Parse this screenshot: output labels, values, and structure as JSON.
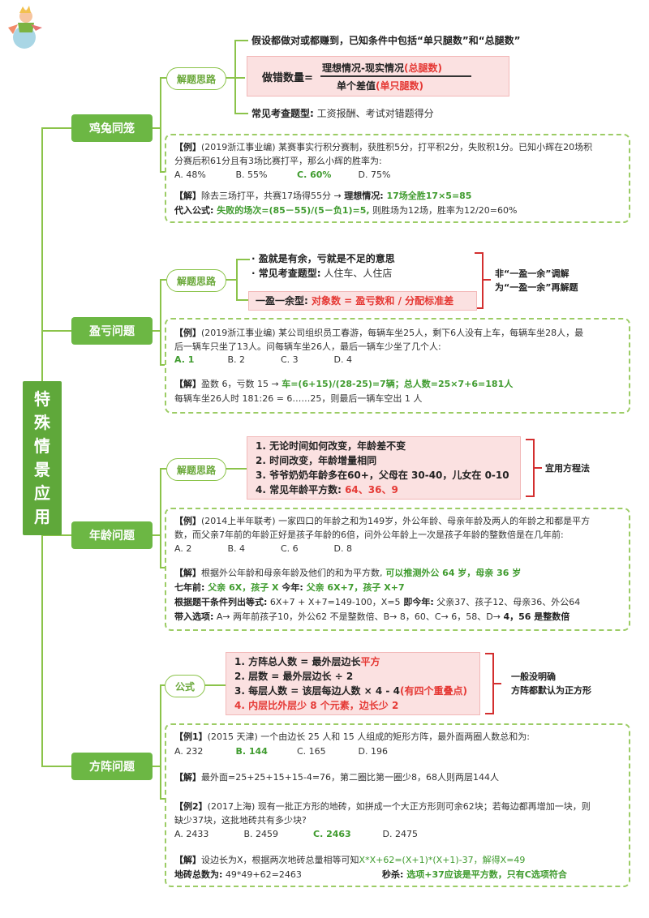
{
  "root": [
    "特",
    "殊",
    "情",
    "景",
    "应",
    "用"
  ],
  "s1": {
    "topic": "鸡兔同笼",
    "tag": "解题思路",
    "assume": "假设都做对或都赚到，已知条件中包括“单只腿数”和“总腿数”",
    "formula_left": "做错数量=",
    "formula_num": "理想情况-现实情况",
    "formula_num_red": "(总腿数)",
    "formula_den": "单个差值",
    "formula_den_red": "(单只腿数)",
    "common_label": "常见考查题型:",
    "common_text": "工资报酬、考试对错题得分",
    "ex_label": "【例】",
    "ex_text1": "(2019浙江事业编) 某赛事实行积分赛制，获胜积5分，打平积2分，失败积1分。已知小辉在20场积",
    "ex_text2": "分赛后积61分且有3场比赛打平，那么小辉的胜率为:",
    "options": [
      "A. 48%",
      "B. 55%",
      "C. 60%",
      "D. 75%"
    ],
    "sol_label": "【解】",
    "sol1a": "除去三场打平，共赛17场得55分 → ",
    "sol1b": "理想情况:",
    "sol1c": " 17场全胜17×5=85",
    "sol2a": "代入公式:",
    "sol2b": " 失败的场次=(85－55)/(5－负1)=5,",
    "sol2c": " 则胜场为12场，胜率为12/20=60%"
  },
  "s2": {
    "topic": "盈亏问题",
    "tag": "解题思路",
    "b1": "· 盈就是有余，亏就是不足的意思",
    "b2a": "· 常见考查题型:",
    "b2b": " 人住车、人住店",
    "b3a": "一盈一余型:",
    "b3b": " 对象数 = 盈亏数和 / 分配标准差",
    "side1": "非“一盈一余”调解",
    "side2": "为“一盈一余”再解题",
    "ex_label": "【例】",
    "ex_text1": "(2019浙江事业编) 某公司组织员工春游，每辆车坐25人，剩下6人没有上车，每辆车坐28人，最",
    "ex_text2": "后一辆车只坐了13人。问每辆车坐26人，最后一辆车少坐了几个人:",
    "options": [
      "A. 1",
      "B. 2",
      "C. 3",
      "D. 4"
    ],
    "sol_label": "【解】",
    "sol1a": "盈数 6，亏数 15 → ",
    "sol1b": "车=(6+15)/(28-25)=7辆；总人数=25×7+6=181人",
    "sol2": "每辆车坐26人时 181:26 = 6……25，则最后一辆车空出 1 人"
  },
  "s3": {
    "topic": "年龄问题",
    "tag": "解题思路",
    "p1": "1. 无论时间如何改变，年龄差不变",
    "p2": "2. 时间改变，年龄增量相同",
    "p3": "3. 爷爷奶奶年龄多在60+，父母在 30-40，儿女在 0-10",
    "p4a": "4. 常见年龄平方数:",
    "p4b": " 64、36、9",
    "side": "宜用方程法",
    "ex_label": "【例】",
    "ex_text1": "(2014上半年联考) 一家四口的年龄之和为149岁，外公年龄、母亲年龄及两人的年龄之和都是平方",
    "ex_text2": "数，而父亲7年前的年龄正好是孩子年龄的6倍，问外公年龄上一次是孩子年龄的整数倍是在几年前:",
    "options": [
      "A. 2",
      "B. 4",
      "C. 6",
      "D. 8"
    ],
    "sol_label": "【解】",
    "sol1a": "根据外公年龄和母亲年龄及他们的和为平方数,",
    "sol1b": " 可以推测外公 64 岁，母亲 36 岁",
    "sol2a": "七年前:",
    "sol2b": " 父亲 6X，孩子 X",
    "sol2c": "   今年:",
    "sol2d": " 父亲 6X+7，孩子 X+7",
    "sol3a": "根据题干条件列出等式:",
    "sol3b": " 6X+7 + X+7=149-100，X=5",
    "sol3c": "   即今年:",
    "sol3d": " 父亲37、孩子12、母亲36、外公64",
    "sol4a": "带入选项:",
    "sol4b": " A→ 两年前孩子10，外公62 不是整数倍、B→ 8，60、C→ 6，58、D→ ",
    "sol4c": "4，56 是整数倍"
  },
  "s4": {
    "topic": "方阵问题",
    "tag": "公式",
    "f1a": "1. 方阵总人数 = 最外层边长",
    "f1b": "平方",
    "f2": "2. 层数 = 最外层边长 ÷ 2",
    "f3a": "3. 每层人数 = 该层每边人数 × 4 - 4",
    "f3b": "(有四个重叠点)",
    "f4": "4. 内层比外层少 8 个元素，边长少 2",
    "side1": "一般没明确",
    "side2": "方阵都默认为正方形",
    "ex1_label": "【例1】",
    "ex1_text": "(2015 天津) 一个由边长 25 人和 15 人组成的矩形方阵，最外面两圈人数总和为:",
    "ex1_options": [
      "A. 232",
      "B. 144",
      "C. 165",
      "D. 196"
    ],
    "sol1_label": "【解】",
    "sol1": "最外面=25+25+15+15-4=76，第二圈比第一圈少8，68人则两层144人",
    "ex2_label": "【例2】",
    "ex2_text1": "(2017上海) 现有一批正方形的地砖，如拼成一个大正方形则可余62块；若每边都再增加一块，则",
    "ex2_text2": "缺少37块，这批地砖共有多少块?",
    "ex2_options": [
      "A. 2433",
      "B. 2459",
      "C. 2463",
      "D. 2475"
    ],
    "sol2_label": "【解】",
    "sol2a": "设边长为X，根据两次地砖总量相等可知",
    "sol2b": "X*X+62=(X+1)*(X+1)-37，解得X=49",
    "sol3a": "地砖总数为:",
    "sol3b": " 49*49+62=2463",
    "sol3c": "秒杀:",
    "sol3d": " 选项+37应该是平方数，只有C选项符合"
  },
  "colors": {
    "green": "#6cb744",
    "red": "#e53935",
    "pink": "#fbe1e1"
  }
}
